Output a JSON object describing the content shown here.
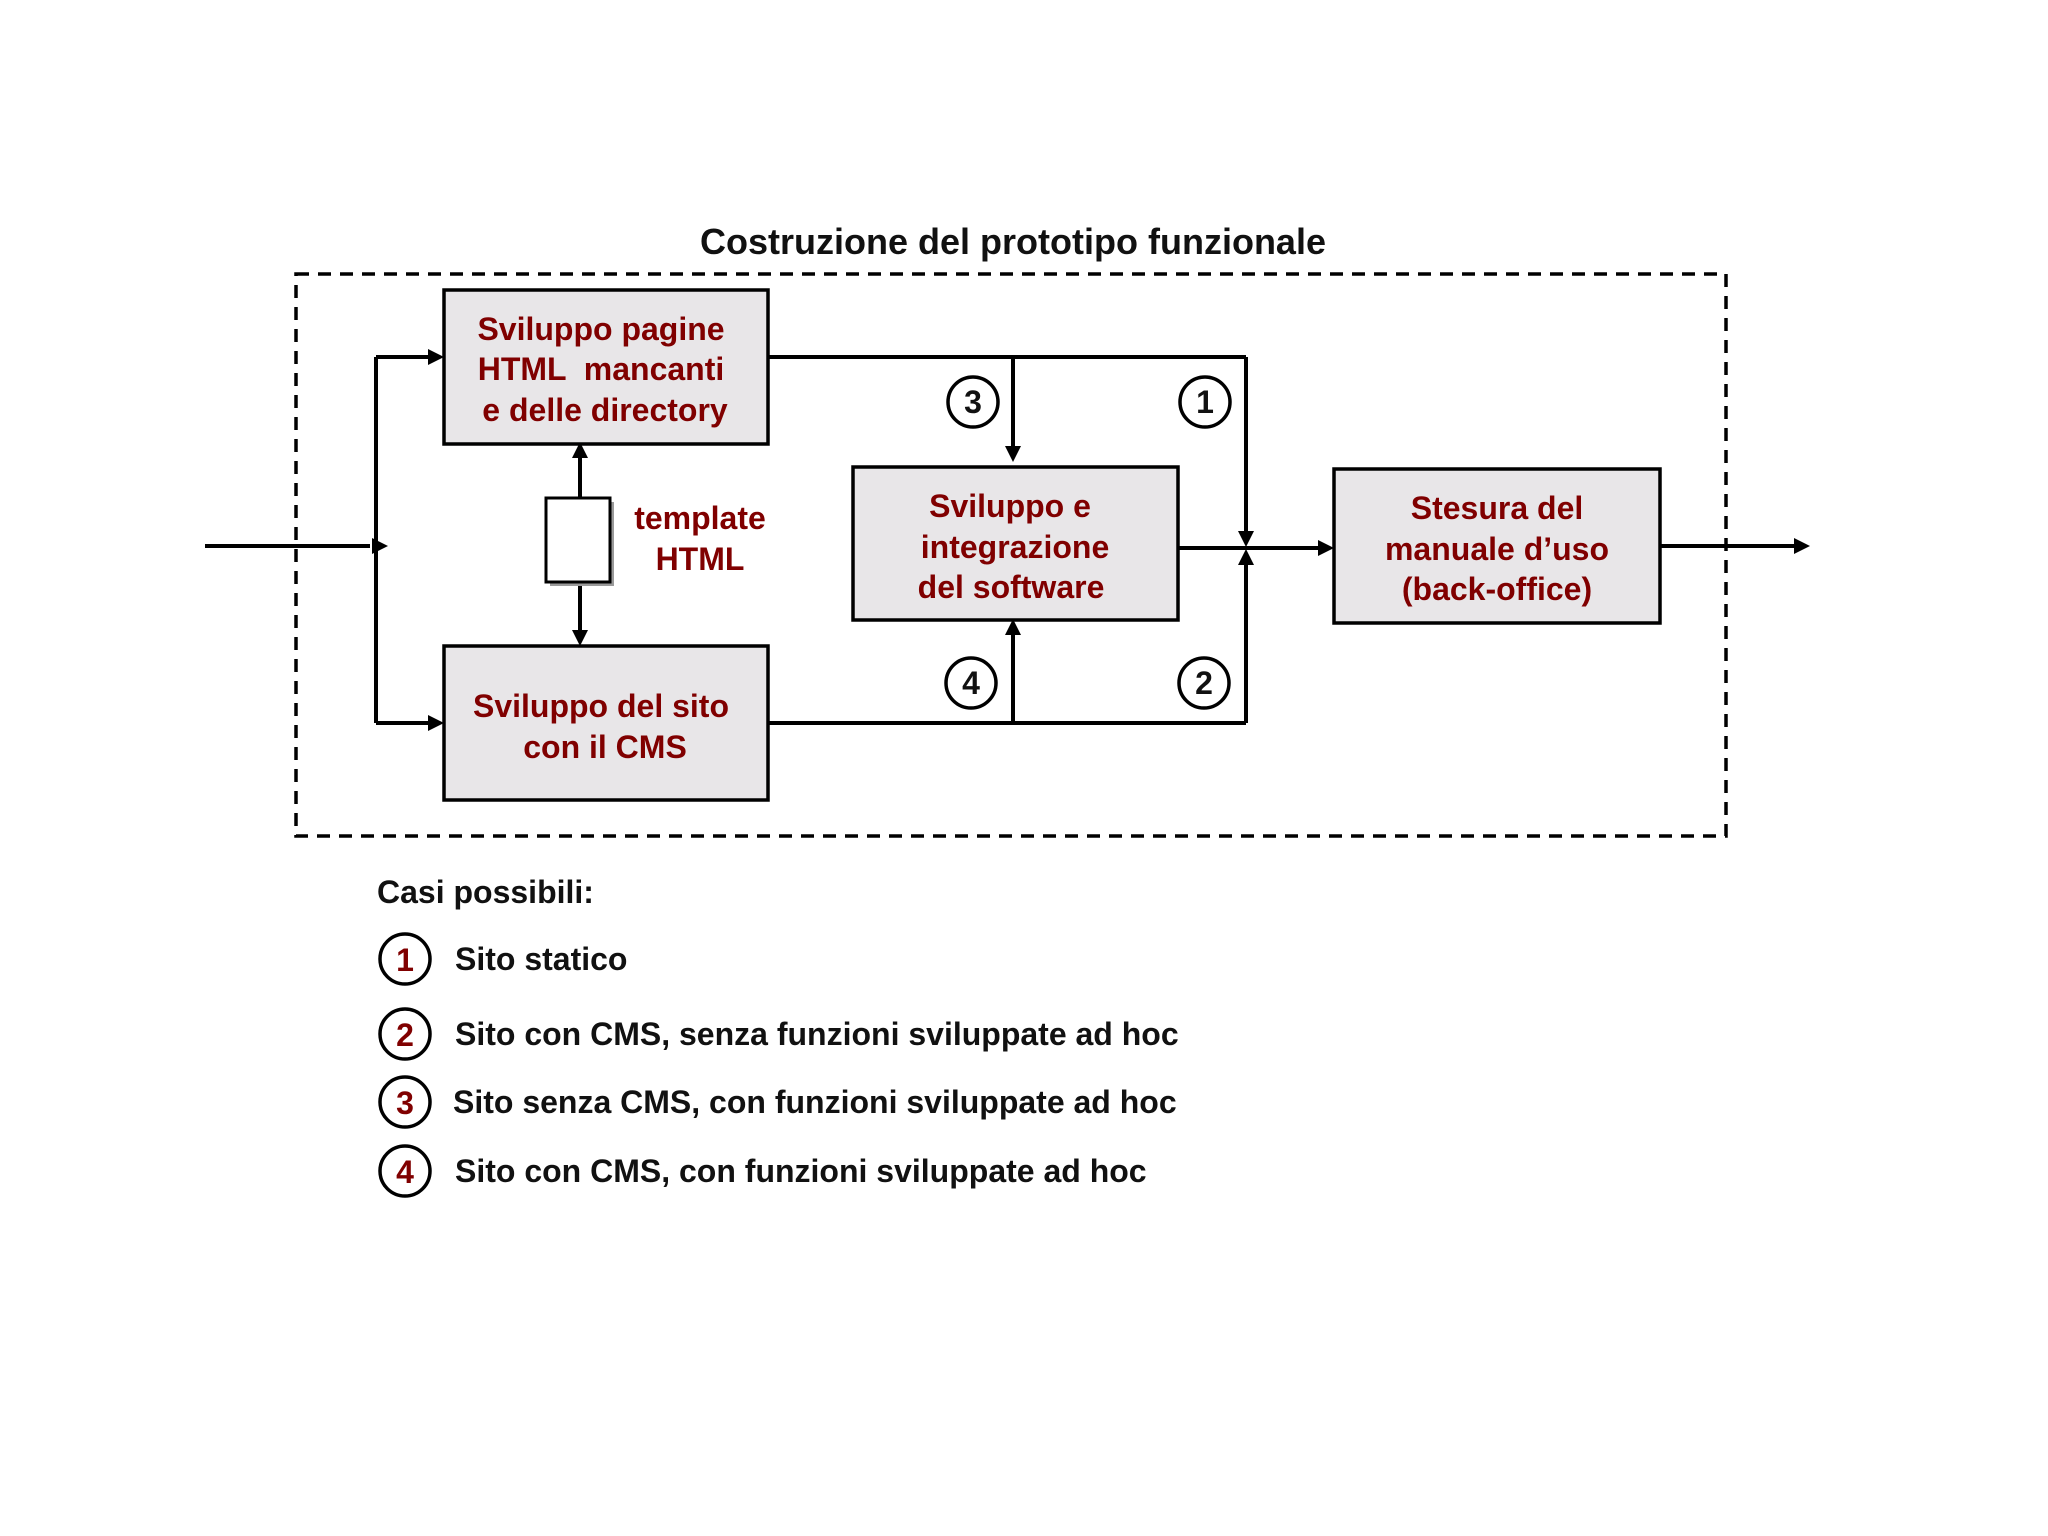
{
  "title": "Costruzione del prototipo funzionale",
  "colors": {
    "box_fill": "#e8e6e8",
    "box_text": "#800000",
    "line": "#000000",
    "number_main": "#111111",
    "number_legend": "#800000"
  },
  "boxes": {
    "html_pages": {
      "lines": [
        "Sviluppo pagine",
        "HTML  mancanti",
        "e delle directory"
      ]
    },
    "cms_site": {
      "lines": [
        "Sviluppo del sito",
        "con il CMS"
      ]
    },
    "software": {
      "lines": [
        "Sviluppo e",
        "integrazione",
        "del software"
      ]
    },
    "manual": {
      "lines": [
        "Stesura del",
        "manuale d’uso",
        "(back-office)"
      ]
    }
  },
  "template_note": {
    "lines": [
      "template",
      "HTML"
    ]
  },
  "path_numbers": {
    "p1": "1",
    "p2": "2",
    "p3": "3",
    "p4": "4"
  },
  "legend": {
    "title": "Casi possibili:",
    "items": [
      {
        "num": "1",
        "text": "Sito statico"
      },
      {
        "num": "2",
        "text": "Sito con CMS, senza funzioni sviluppate ad hoc"
      },
      {
        "num": "3",
        "text": "Sito senza CMS, con funzioni sviluppate ad hoc"
      },
      {
        "num": "4",
        "text": "Sito con CMS, con funzioni sviluppate ad hoc"
      }
    ]
  }
}
